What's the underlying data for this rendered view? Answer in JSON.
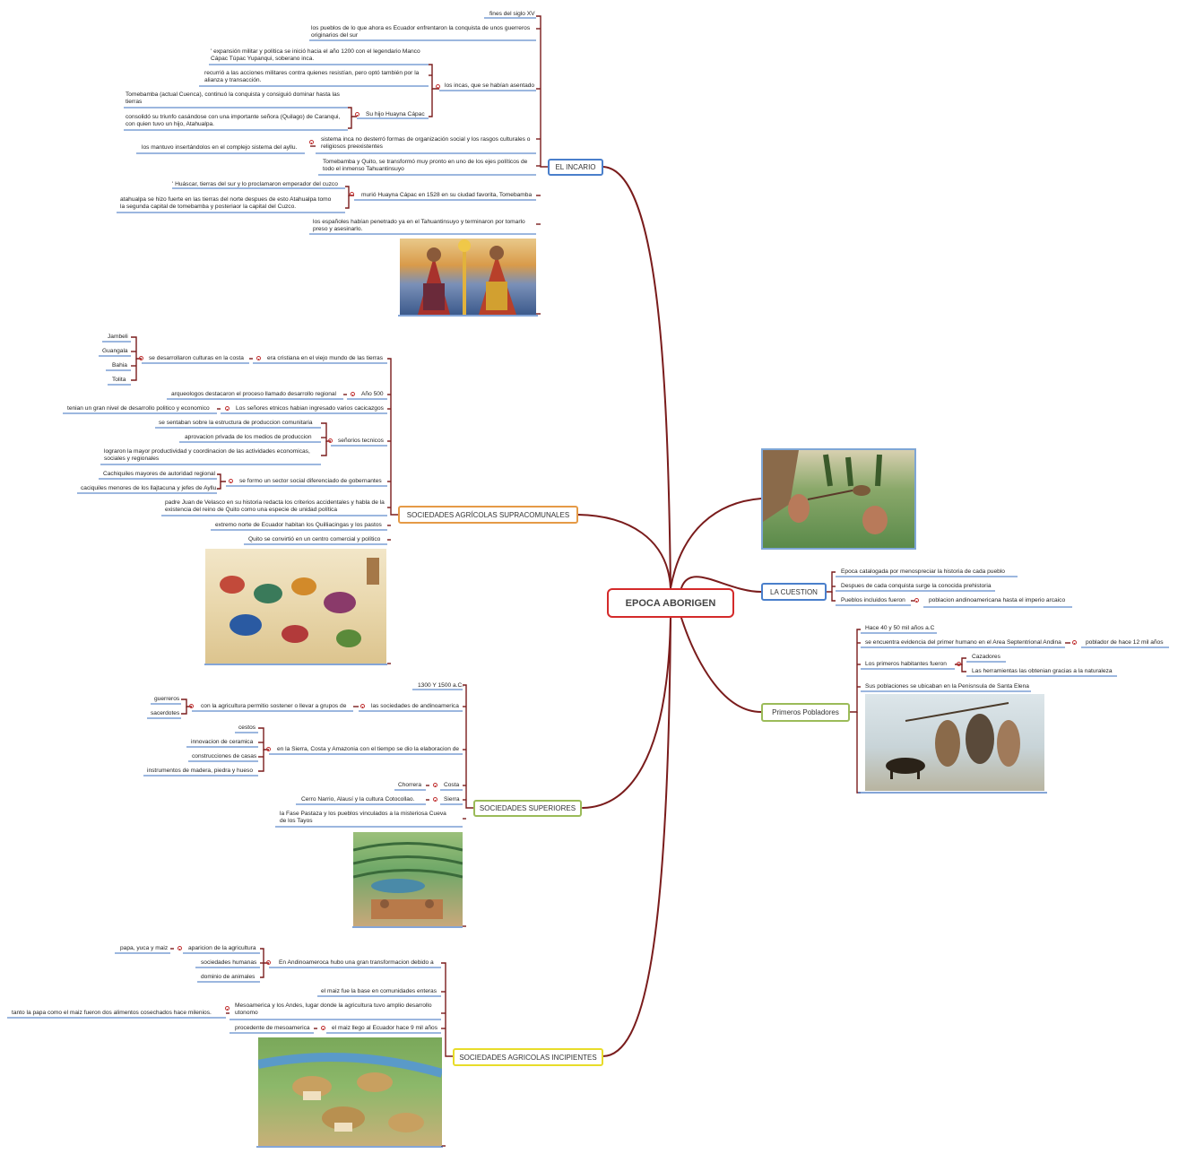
{
  "central": "EPOCA ABORIGEN",
  "colors": {
    "branch": "#7a1c1c",
    "leaf_line": "#3a6fbf",
    "mark": "#c03030",
    "central_border": "#d42a2a"
  },
  "topics": {
    "incario": "EL INCARIO",
    "supracomunales": "SOCIEDADES AGRÍCOLAS  SUPRACOMUNALES",
    "superiores": "SOCIEDADES SUPERIORES",
    "incipientes": "SOCIEDADES AGRICOLAS INCIPIENTES",
    "cuestion": "LA CUESTION",
    "pobladores": "Primeros Pobladores"
  },
  "incario": {
    "n1": "fines del siglo XV",
    "n2a": "los pueblos de lo que ahora es Ecuador enfrentaron la conquista de unos guerreros",
    "n2b": "originarios del sur",
    "n3a": "' expansión militar y política se inició hacia el año 1200 con el legendario Manco",
    "n3b": "Cápac Túpac Yupanqui, soberano inca.",
    "n4a": "recurrió a las acciones militares contra quienes resistían, pero optó también por la",
    "n4b": "alianza y transacción.",
    "n5": "los incas, que se habían asentado",
    "n6a": "Tomebamba (actual Cuenca), continuó la conquista y consiguió dominar hasta las",
    "n6b": "tierras",
    "n7": "Su hijo Huayna Cápac",
    "n8a": "consolidó su triunfo casándose con una importante señora (Quilago) de Caranqui,",
    "n8b": "con quien tuvo un hijo, Atahualpa.",
    "n9": "los mantuvo insertándolos en el complejo sistema del ayllu.",
    "n10a": "sistema inca no desterró formas de organización social y los rasgos culturales o",
    "n10b": "religiosos preexistentes",
    "n11a": "Tomebamba y Quito, se transformó muy pronto en uno de los ejes políticos de",
    "n11b": "todo el inmenso Tahuantinsuyo",
    "n12": "' Huáscar, tierras del sur y lo proclamaron emperador del cuzco",
    "n13a": "atahualpa se hizo fuerte en las tierras del norte  despues de esto  Atahualpa tomo",
    "n13b": "la segunda capital de tomebamba y posteriaor la capital del Cuzco.",
    "n14": "murió Huayna Cápac en 1528 en su ciudad favorita, Tomebamba",
    "n15a": "los españoles habían penetrado ya en el Tahuantinsuyo y terminaron por tomarlo",
    "n15b": "preso y asesinarlo."
  },
  "supra": {
    "jambeli": "Jambeli",
    "guangala": "Guangala",
    "bahia": "Bahia",
    "tolita": "Tolita",
    "costa": "se desarrollaron culturas en la costa",
    "era": "era cristiana en el viejo mundo de las tierras",
    "arq": "arqueologos destacaron el proceso llamado desarrollo regional",
    "ano": "Año 500",
    "tenian": "tenian un gran nivel de desarrollo politico y economico",
    "senores": "Los señores etnicos habian ingresado varios cacicazgos",
    "sentaban": "se sentaban sobre la estructura de produccion comunitaria",
    "aprov": "aprovacion privada de los medios de produccion",
    "tecnicos": "señorios tecnicos",
    "lograron_a": "lograron la mayor productividad y coordinacion de las actividades economicas,",
    "lograron_b": "sociales y regionales",
    "cachi": "Cachiquiles mayores de autoridad regional",
    "formo": "se formo un sector social diferenciado de gobernantes",
    "caciq": "caciquiles menores de los llajtacuna y jefes de Ayllu.",
    "padre_a": "padre Juan de Velasco en su historia redacta los criterios accidentales y habla de la",
    "padre_b": "existencia del reino de Quito como una especie de unidad política",
    "extremo": "extremo norte de Ecuador habitan los Quilliacingas y los pastos",
    "quito": "Quito se convirtió en un centro comercial y político"
  },
  "sup": {
    "fecha": "1300 Y 1500 a.C.",
    "guerreros": "guerreros",
    "sacerdotes": "sacerdotes",
    "agric": "con la agricultura permitio sostener o llevar a grupos de",
    "andino": "las sociedades de andinoamerica",
    "cestos": "cestos",
    "ceramica": "innovacion de ceramica",
    "casas": "construcciones de casas",
    "instr": "instrumentos de madera, piedra y hueso",
    "sierra_costa": "en la Sierra, Costa y Amazonia con el tiempo se dio la elaboracion de",
    "chorrera": "Chorrera",
    "costa": "Costa",
    "cerro": "Cerro  Narrio,  Alausí  y  la  cultura  Cotocollao.",
    "sierra": "Sierra",
    "fase_a": "la  Fase  Pastaza  y  los  pueblos  vinculados  a  la  misteriosa  Cueva",
    "fase_b": "de los Tayos"
  },
  "inc": {
    "papa": "papa, yuca y maiz",
    "aparicion": "aparicion de la agricultura",
    "humanas": "sociedades humanas",
    "animales": "dominio de animales",
    "andino": "En Andinoameroca hubo una gran transformacion debido a",
    "maiz_base": "el maiz fue la base en comunidades enteras",
    "tanto": "tanto la papa como el maiz fueron dos alimentos cosechados hace milenios.",
    "meso_a": "Mesoamerica y los Andes, lugar donde la agricultura tuvo amplio desarrollo",
    "meso_b": "utonomo",
    "procedente": "procedente de mesoamerica",
    "llego": "el maiz llego al Ecuador hace 9 mil años"
  },
  "cuestion": {
    "c1": "Epoca catalogada por menospreciar la historia de cada pueblo",
    "c2": "Despues de cada conquista surge la conocida prehistoria",
    "c3": "Pueblos incluidos fueron",
    "c4": "poblacion andinoamericana hasta el imperio arcaico"
  },
  "pob": {
    "p1": "Hace 40 y 50 mil años a.C",
    "p2": "se encuentra evidencia del primer humano en el Area Septentrional Andina",
    "p3": "poblador de hace 12 mil años",
    "p4": "Los primeros habitantes fueron",
    "p5": "Cazadores",
    "p6": "Las herramientas las obtenian gracias a la naturaleza",
    "p7": "Sus poblaciones se ubicaban en la Penisnsula de Santa Elena"
  }
}
